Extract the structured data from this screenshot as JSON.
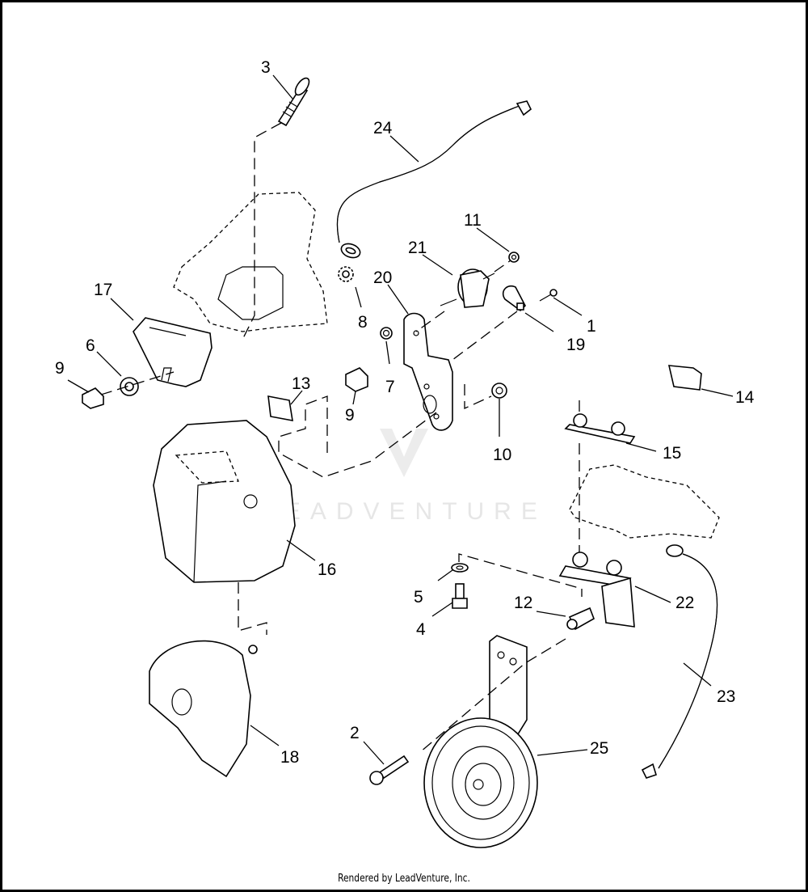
{
  "diagram": {
    "title": "Horn assembly exploded parts diagram",
    "watermark": "LEADVENTURE",
    "callouts": [
      {
        "id": "1",
        "label": "1"
      },
      {
        "id": "2",
        "label": "2"
      },
      {
        "id": "3",
        "label": "3"
      },
      {
        "id": "4",
        "label": "4"
      },
      {
        "id": "5",
        "label": "5"
      },
      {
        "id": "6",
        "label": "6"
      },
      {
        "id": "7",
        "label": "7"
      },
      {
        "id": "8",
        "label": "8"
      },
      {
        "id": "9a",
        "label": "9"
      },
      {
        "id": "9b",
        "label": "9"
      },
      {
        "id": "10",
        "label": "10"
      },
      {
        "id": "11",
        "label": "11"
      },
      {
        "id": "12",
        "label": "12"
      },
      {
        "id": "13",
        "label": "13"
      },
      {
        "id": "14",
        "label": "14"
      },
      {
        "id": "15",
        "label": "15"
      },
      {
        "id": "16",
        "label": "16"
      },
      {
        "id": "17",
        "label": "17"
      },
      {
        "id": "18",
        "label": "18"
      },
      {
        "id": "19",
        "label": "19"
      },
      {
        "id": "20",
        "label": "20"
      },
      {
        "id": "21",
        "label": "21"
      },
      {
        "id": "22",
        "label": "22"
      },
      {
        "id": "23",
        "label": "23"
      },
      {
        "id": "24",
        "label": "24"
      },
      {
        "id": "25",
        "label": "25"
      }
    ]
  },
  "footer": {
    "text": "Rendered by LeadVenture, Inc."
  }
}
